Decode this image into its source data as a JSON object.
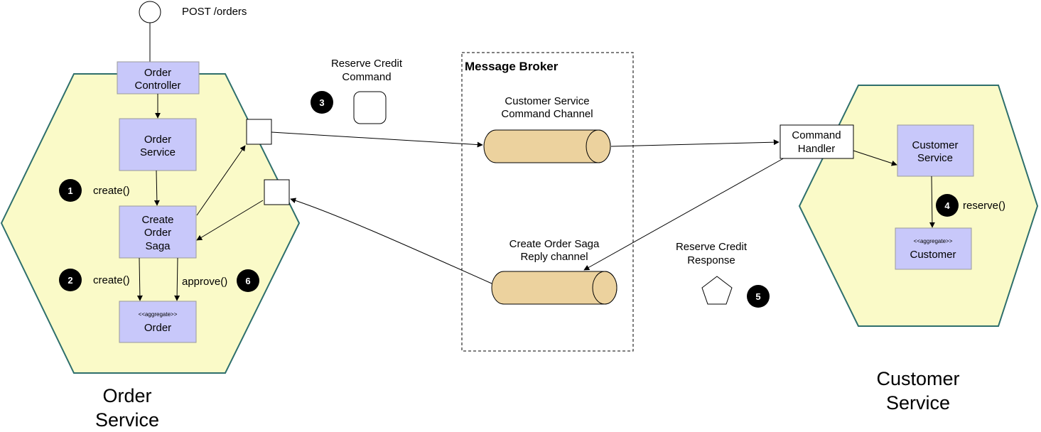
{
  "external": {
    "post_label": "POST /orders"
  },
  "order_service": {
    "title_line1": "Order",
    "title_line2": "Service",
    "controller": {
      "line1": "Order",
      "line2": "Controller"
    },
    "service": {
      "line1": "Order",
      "line2": "Service"
    },
    "saga": {
      "line1": "Create",
      "line2": "Order",
      "line3": "Saga"
    },
    "aggregate": {
      "stereotype": "<<aggregate>>",
      "name": "Order"
    }
  },
  "customer_service": {
    "title_line1": "Customer",
    "title_line2": "Service",
    "command_handler": {
      "line1": "Command",
      "line2": "Handler"
    },
    "service": {
      "line1": "Customer",
      "line2": "Service"
    },
    "aggregate": {
      "stereotype": "<<aggregate>>",
      "name": "Customer"
    }
  },
  "message_broker": {
    "title": "Message Broker",
    "command_channel": {
      "line1": "Customer Service",
      "line2": "Command Channel"
    },
    "reply_channel": {
      "line1": "Create Order Saga",
      "line2": "Reply channel"
    }
  },
  "messages": {
    "command": {
      "line1": "Reserve Credit",
      "line2": "Command"
    },
    "response": {
      "line1": "Reserve Credit",
      "line2": "Response"
    }
  },
  "steps": [
    {
      "number": "1",
      "label": "create()"
    },
    {
      "number": "2",
      "label": "create()"
    },
    {
      "number": "3",
      "label": ""
    },
    {
      "number": "4",
      "label": "reserve()"
    },
    {
      "number": "5",
      "label": ""
    },
    {
      "number": "6",
      "label": "approve()"
    }
  ],
  "colors": {
    "hexagon_fill": "#fafac8",
    "hexagon_stroke": "#2e6f6c",
    "component_fill": "#c8c8fa",
    "channel_fill": "#ecd29e",
    "step_badge": "#000000"
  }
}
